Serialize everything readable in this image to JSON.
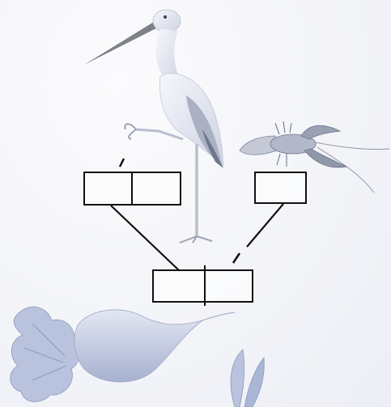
{
  "colors": {
    "background": "#f4f5f9",
    "stork_body": "#e9ecf4",
    "stork_shadow": "#9aa4b8",
    "beak": "#7a7f86",
    "crayfish": "#8c93a6",
    "radish": "#c5cbe0",
    "leaves": "#a9b6d6",
    "box_stroke": "#111111"
  },
  "icons": [
    "stork-illustration",
    "crayfish-illustration",
    "radish-illustration",
    "plant-sprout-illustration"
  ],
  "scheme": {
    "boxes": [
      {
        "id": "box-left",
        "cells": 2
      },
      {
        "id": "box-right",
        "cells": 1
      },
      {
        "id": "box-bottom",
        "cells": 2
      }
    ],
    "stress_marks": 2,
    "connectors": 2
  }
}
